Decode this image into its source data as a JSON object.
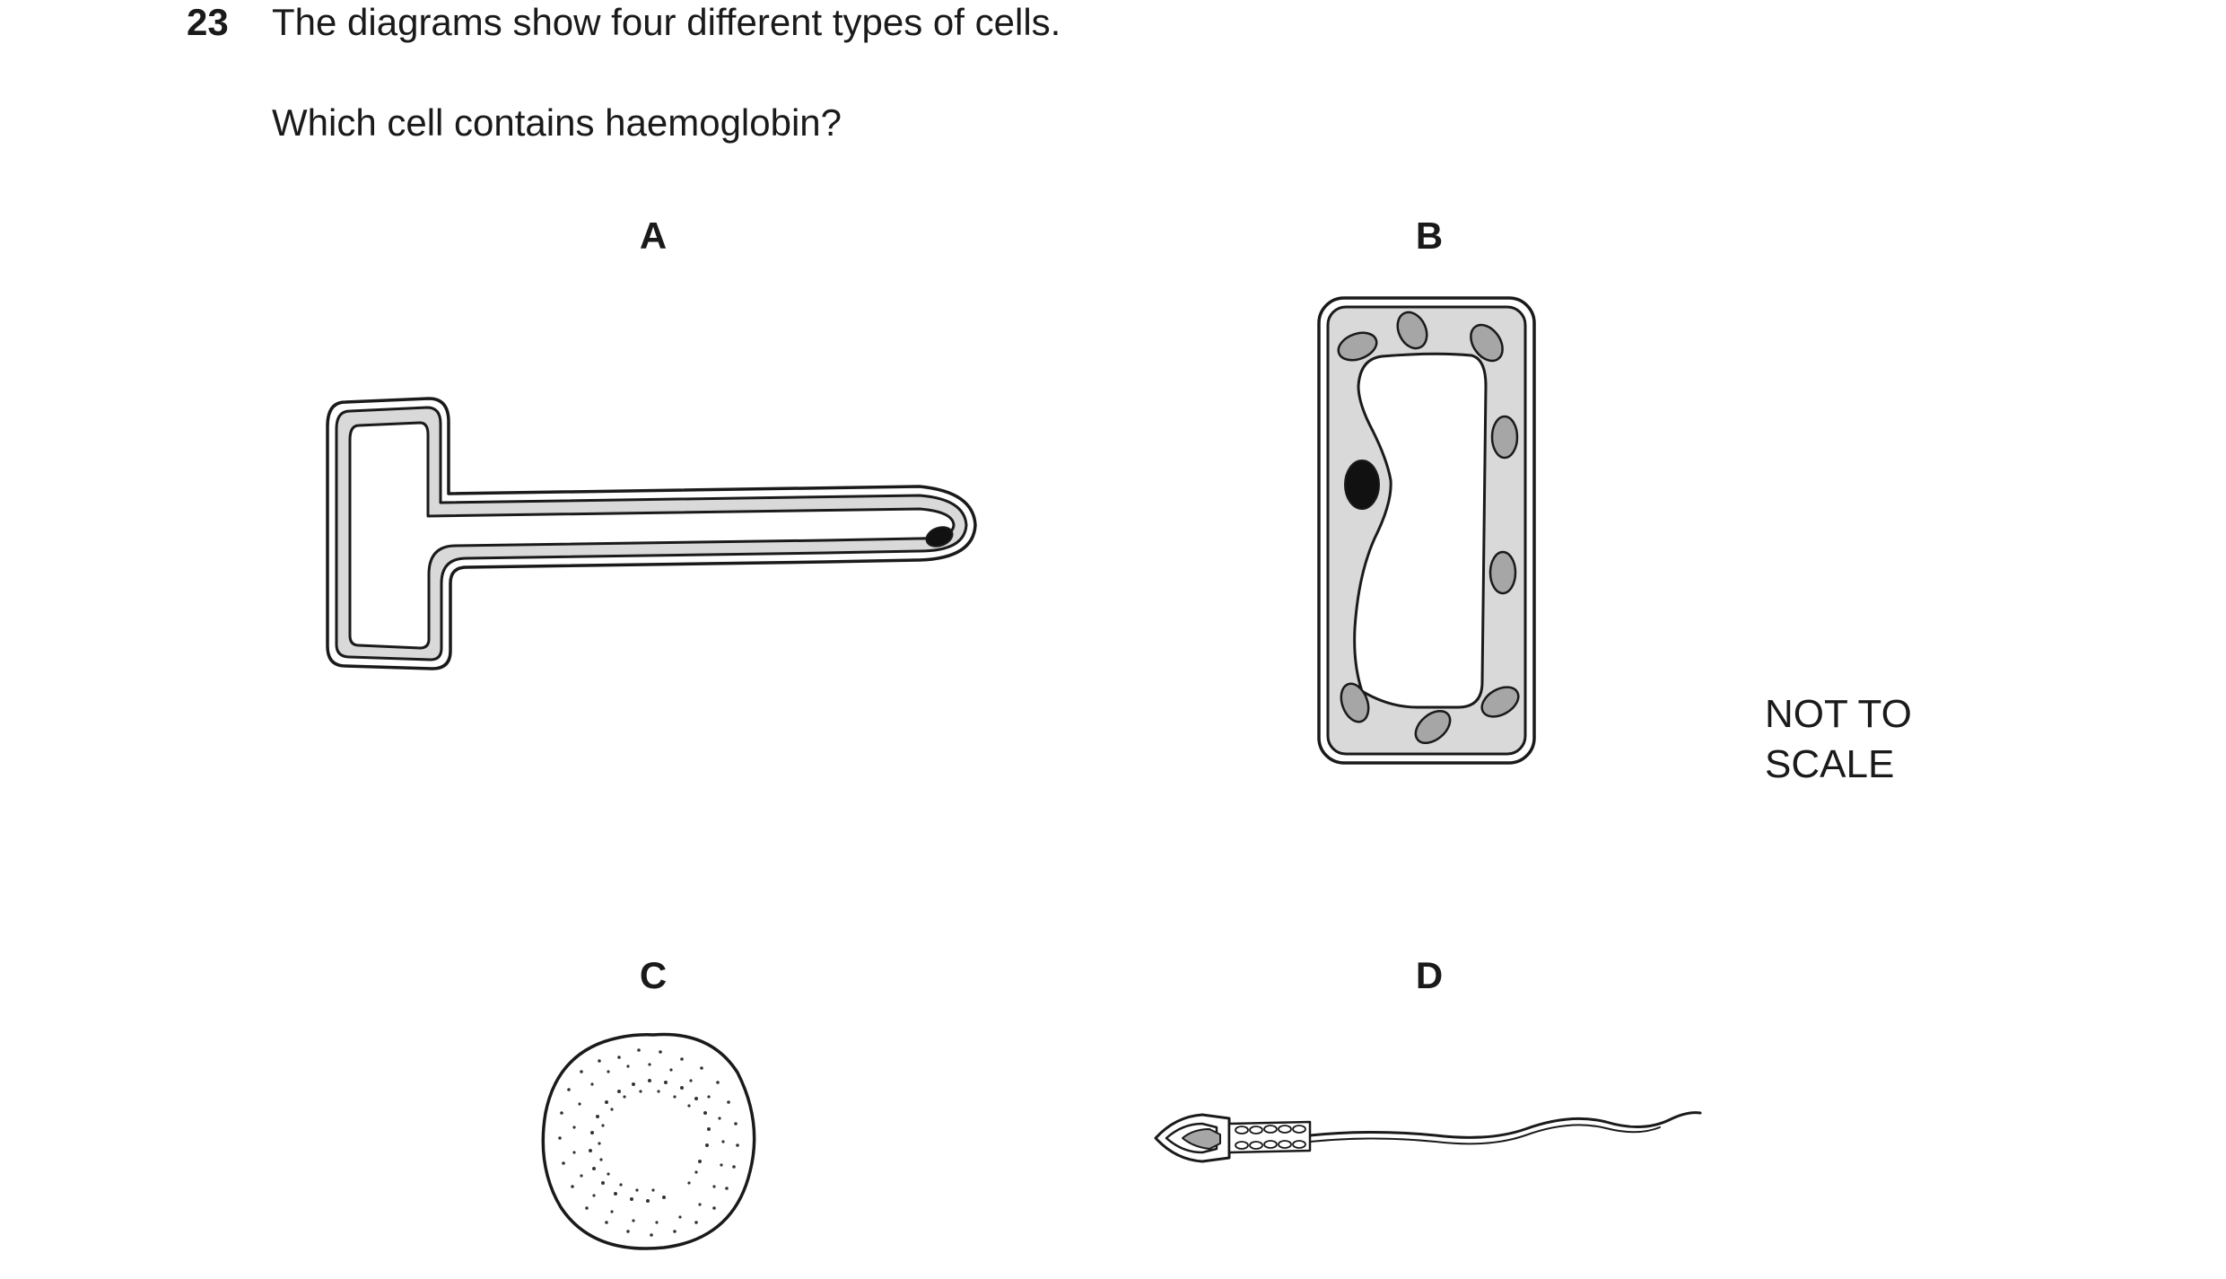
{
  "question": {
    "number": "23",
    "stem": "The diagrams show four different types of cells.",
    "ask": "Which cell contains haemoglobin?"
  },
  "options": [
    {
      "label": "A"
    },
    {
      "label": "B"
    },
    {
      "label": "C"
    },
    {
      "label": "D"
    }
  ],
  "scale_note": {
    "line1": "NOT TO",
    "line2": "SCALE"
  },
  "colors": {
    "ink": "#1a1a1a",
    "cytoplasm": "#d9d9d9",
    "chloroplast": "#a6a6a6",
    "nucleus": "#111111"
  }
}
